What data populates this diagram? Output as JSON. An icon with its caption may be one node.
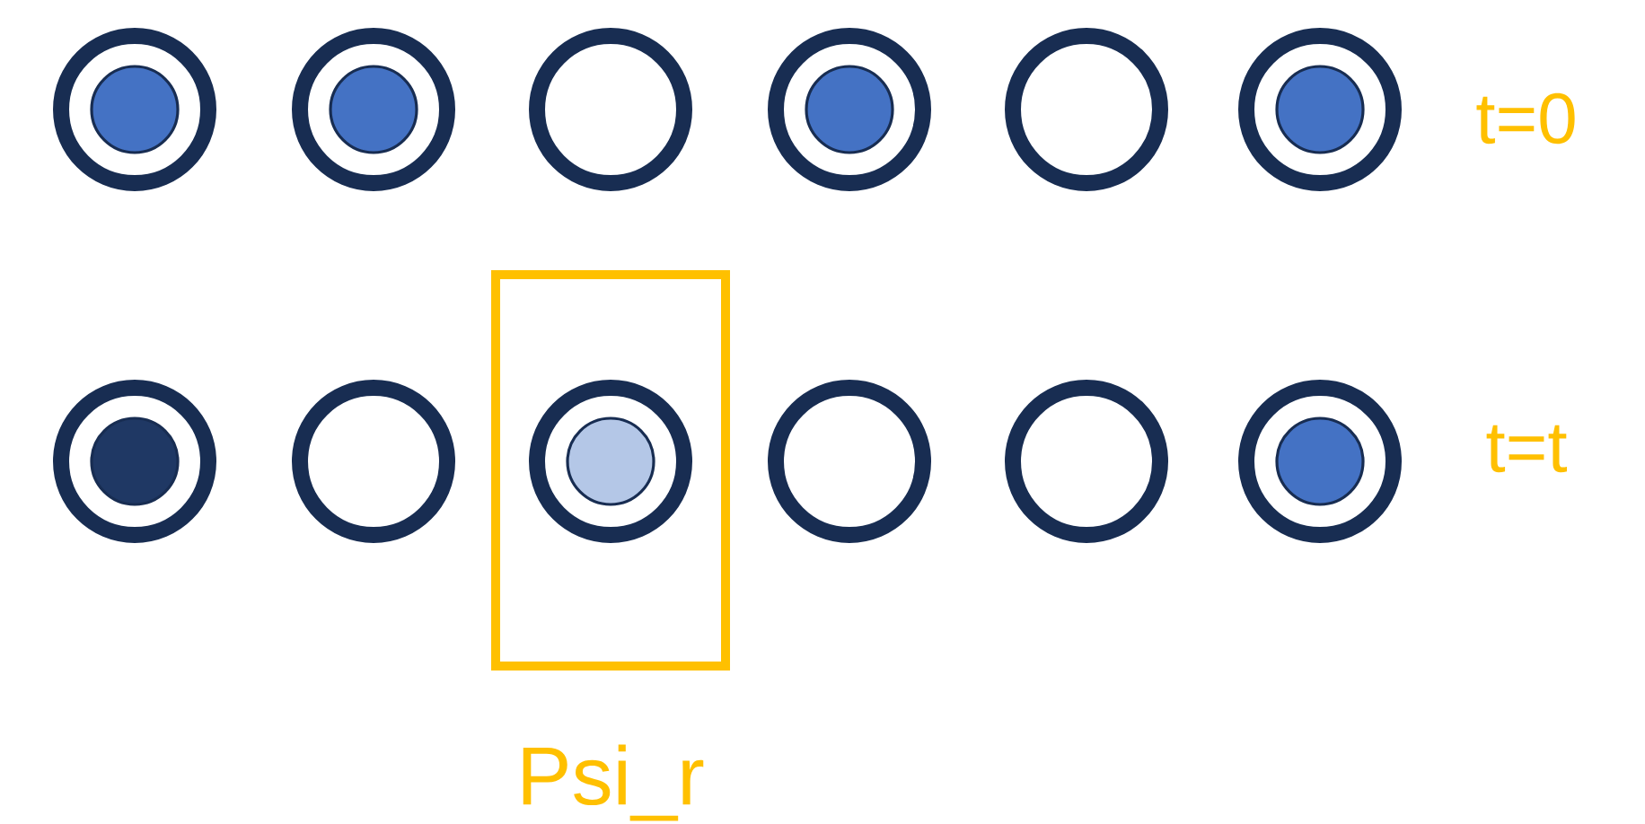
{
  "diagram": {
    "nodes": [
      {
        "text": [],
        "shape": "circle"
      },
      {
        "text": [],
        "shape": "circle"
      },
      {
        "text": [],
        "shape": "circle"
      },
      {
        "text": [],
        "shape": "circle"
      },
      {
        "text": [],
        "shape": "circle"
      },
      {
        "text": [],
        "shape": "circle"
      },
      {
        "text": [
          "Psi_r"
        ]
      },
      {
        "text": [],
        "shape": "circle"
      },
      {
        "text": [],
        "shape": "circle"
      },
      {
        "text": [],
        "shape": "circle",
        "in": 6
      },
      {
        "text": [],
        "shape": "circle"
      },
      {
        "text": [],
        "shape": "circle"
      },
      {
        "text": [],
        "shape": "circle"
      }
    ],
    "labels": [
      "t=0",
      "t=t"
    ]
  }
}
